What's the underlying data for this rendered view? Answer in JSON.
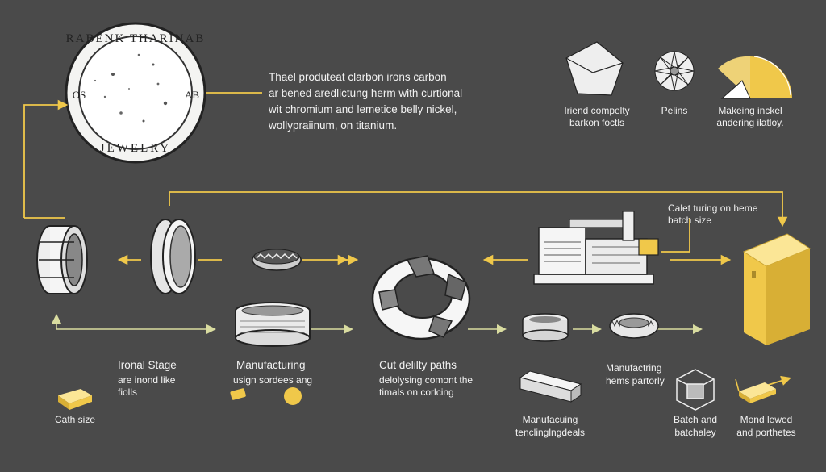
{
  "seal": {
    "top_text": "RABENK THARINAB",
    "bottom_text": "JEWELRY",
    "left_text": "OS",
    "right_text": "AB"
  },
  "intro": {
    "line1": "Thael produteat clarbon irons carbon",
    "line2": "ar bened aredlictung herm with curtional",
    "line3": "wit chromium and lemetice belly nickel,",
    "line4": "wollypraiinum, on titanium."
  },
  "icons": [
    {
      "name": "crystal",
      "line1": "Iriend compelty",
      "line2": "barkon foctls"
    },
    {
      "name": "flower",
      "line1": "Pelins",
      "line2": ""
    },
    {
      "name": "fan",
      "line1": "Makeing inckel",
      "line2": "andering ilatloy."
    }
  ],
  "machine_label": {
    "line1": "Calet turing on heme",
    "line2": "batch size"
  },
  "stages": [
    {
      "name": "ironal",
      "line1": "Ironal Stage",
      "line2": "are inond like",
      "line3": "fiolls"
    },
    {
      "name": "manufacturing-1",
      "line1": "Manufacturing",
      "line2": "usign sordees ang",
      "line3": ""
    },
    {
      "name": "cut",
      "line1": "Cut delilty paths",
      "line2": "delolysing comont the",
      "line3": "timals on corlcing"
    },
    {
      "name": "manufacturing-2",
      "line1": "Manufactring",
      "line2": "hems partorly",
      "line3": ""
    }
  ],
  "bottom_items": [
    {
      "name": "cath",
      "line1": "Cath size",
      "line2": ""
    },
    {
      "name": "manufacuing",
      "line1": "Manufacuing",
      "line2": "tenclinglngdeals"
    },
    {
      "name": "batch",
      "line1": "Batch and",
      "line2": "batchaley"
    },
    {
      "name": "mond",
      "line1": "Mond lewed",
      "line2": "and porthetes"
    }
  ],
  "colors": {
    "background": "#4a4a4a",
    "accent": "#f0c84a",
    "arrow": "#d9dca0",
    "text": "#f2f2f2"
  }
}
